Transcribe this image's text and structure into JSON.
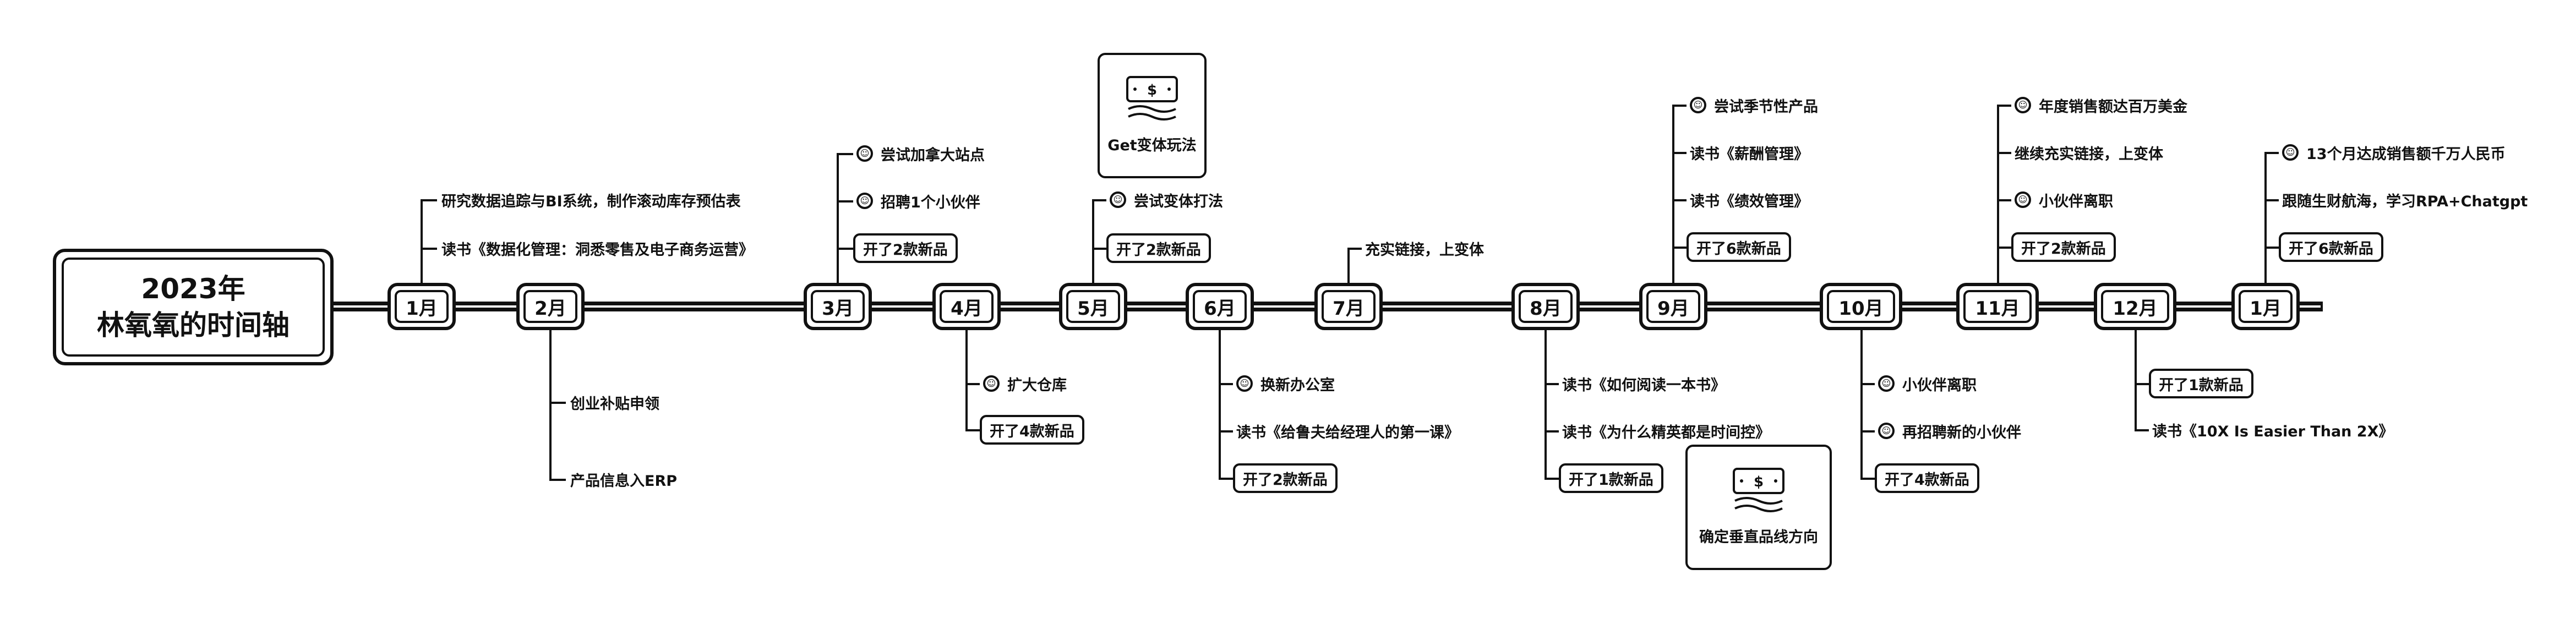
{
  "title": {
    "line1": "2023年",
    "line2": "林氧氧的时间轴"
  },
  "months": [
    "1月",
    "2月",
    "3月",
    "4月",
    "5月",
    "6月",
    "7月",
    "8月",
    "9月",
    "10月",
    "11月",
    "12月",
    "1月"
  ],
  "icons": {
    "cash": "cash-icon",
    "emoji": "emoji-icon"
  },
  "topics": {
    "jan_a": "研究数据追踪与BI系统，制作滚动库存预估表",
    "jan_b": "读书《数据化管理：洞悉零售及电子商务运营》",
    "feb_a": "创业补贴申领",
    "feb_b": "产品信息入ERP",
    "mar_a": "尝试加拿大站点",
    "mar_b": "招聘1个小伙伴",
    "mar_c": "开了2款新品",
    "apr_a": "扩大仓库",
    "apr_b": "开了4款新品",
    "may_a": "尝试变体打法",
    "may_b": "开了2款新品",
    "may_card": "Get变体玩法",
    "jun_a": "换新办公室",
    "jun_b": "读书《给鲁夫给经理人的第一课》",
    "jun_c": "开了2款新品",
    "jul_a": "充实链接，上变体",
    "aug_a": "读书《如何阅读一本书》",
    "aug_b": "读书《为什么精英都是时间控》",
    "aug_c": "开了1款新品",
    "aug_card": "确定垂直品线方向",
    "sep_a": "尝试季节性产品",
    "sep_b": "读书《薪酬管理》",
    "sep_c": "读书《绩效管理》",
    "sep_d": "开了6款新品",
    "oct_a": "小伙伴离职",
    "oct_b": "再招聘新的小伙伴",
    "oct_c": "开了4款新品",
    "nov_a": "年度销售额达百万美金",
    "nov_b": "继续充实链接，上变体",
    "nov_c": "小伙伴离职",
    "nov_d": "开了2款新品",
    "dec_a": "开了1款新品",
    "dec_b": "读书《10X Is Easier Than 2X》",
    "jan2_a": "13个月达成销售额千万人民币",
    "jan2_b": "跟随生财航海，学习RPA+Chatgpt",
    "jan2_c": "开了6款新品"
  }
}
